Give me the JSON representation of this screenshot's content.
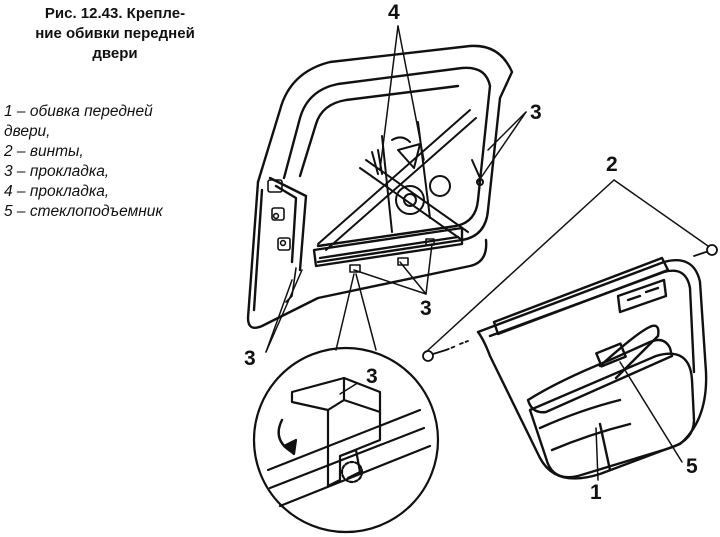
{
  "caption": {
    "line1": "Рис. 12.43. Крепле-",
    "line2": "ние обивки передней",
    "line3": "двери"
  },
  "legend": [
    "1 – обивка передней",
    "двери,",
    "2 – винты,",
    "3 – прокладка,",
    "4 – прокладка,",
    "5 – стеклоподъемник"
  ],
  "callouts": {
    "c4": "4",
    "c3_top": "3",
    "c2": "2",
    "c3_mid": "3",
    "c3_left": "3",
    "c3_inset": "3",
    "c5": "5",
    "c1": "1"
  }
}
